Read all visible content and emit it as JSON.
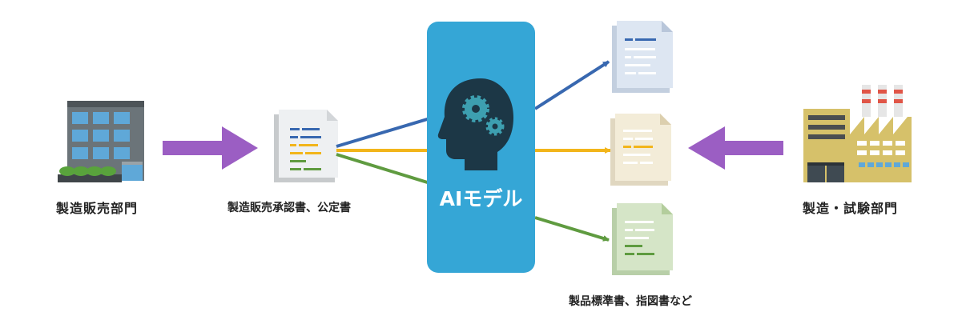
{
  "labels": {
    "sales_dept": "製造販売部門",
    "input_docs": "製造販売承認書、公定書",
    "ai_model": "AIモデル",
    "output_docs": "製品標準書、指図書など",
    "mfg_dept": "製造・試験部門"
  },
  "colors": {
    "ai_panel": "#35a6d6",
    "head": "#1c3746",
    "gear": "#3d9fb0",
    "big_arrow": "#9b5ec3",
    "blue_line": "#3868b0",
    "yellow_line": "#f2b51a",
    "green_line": "#5f9b40"
  }
}
